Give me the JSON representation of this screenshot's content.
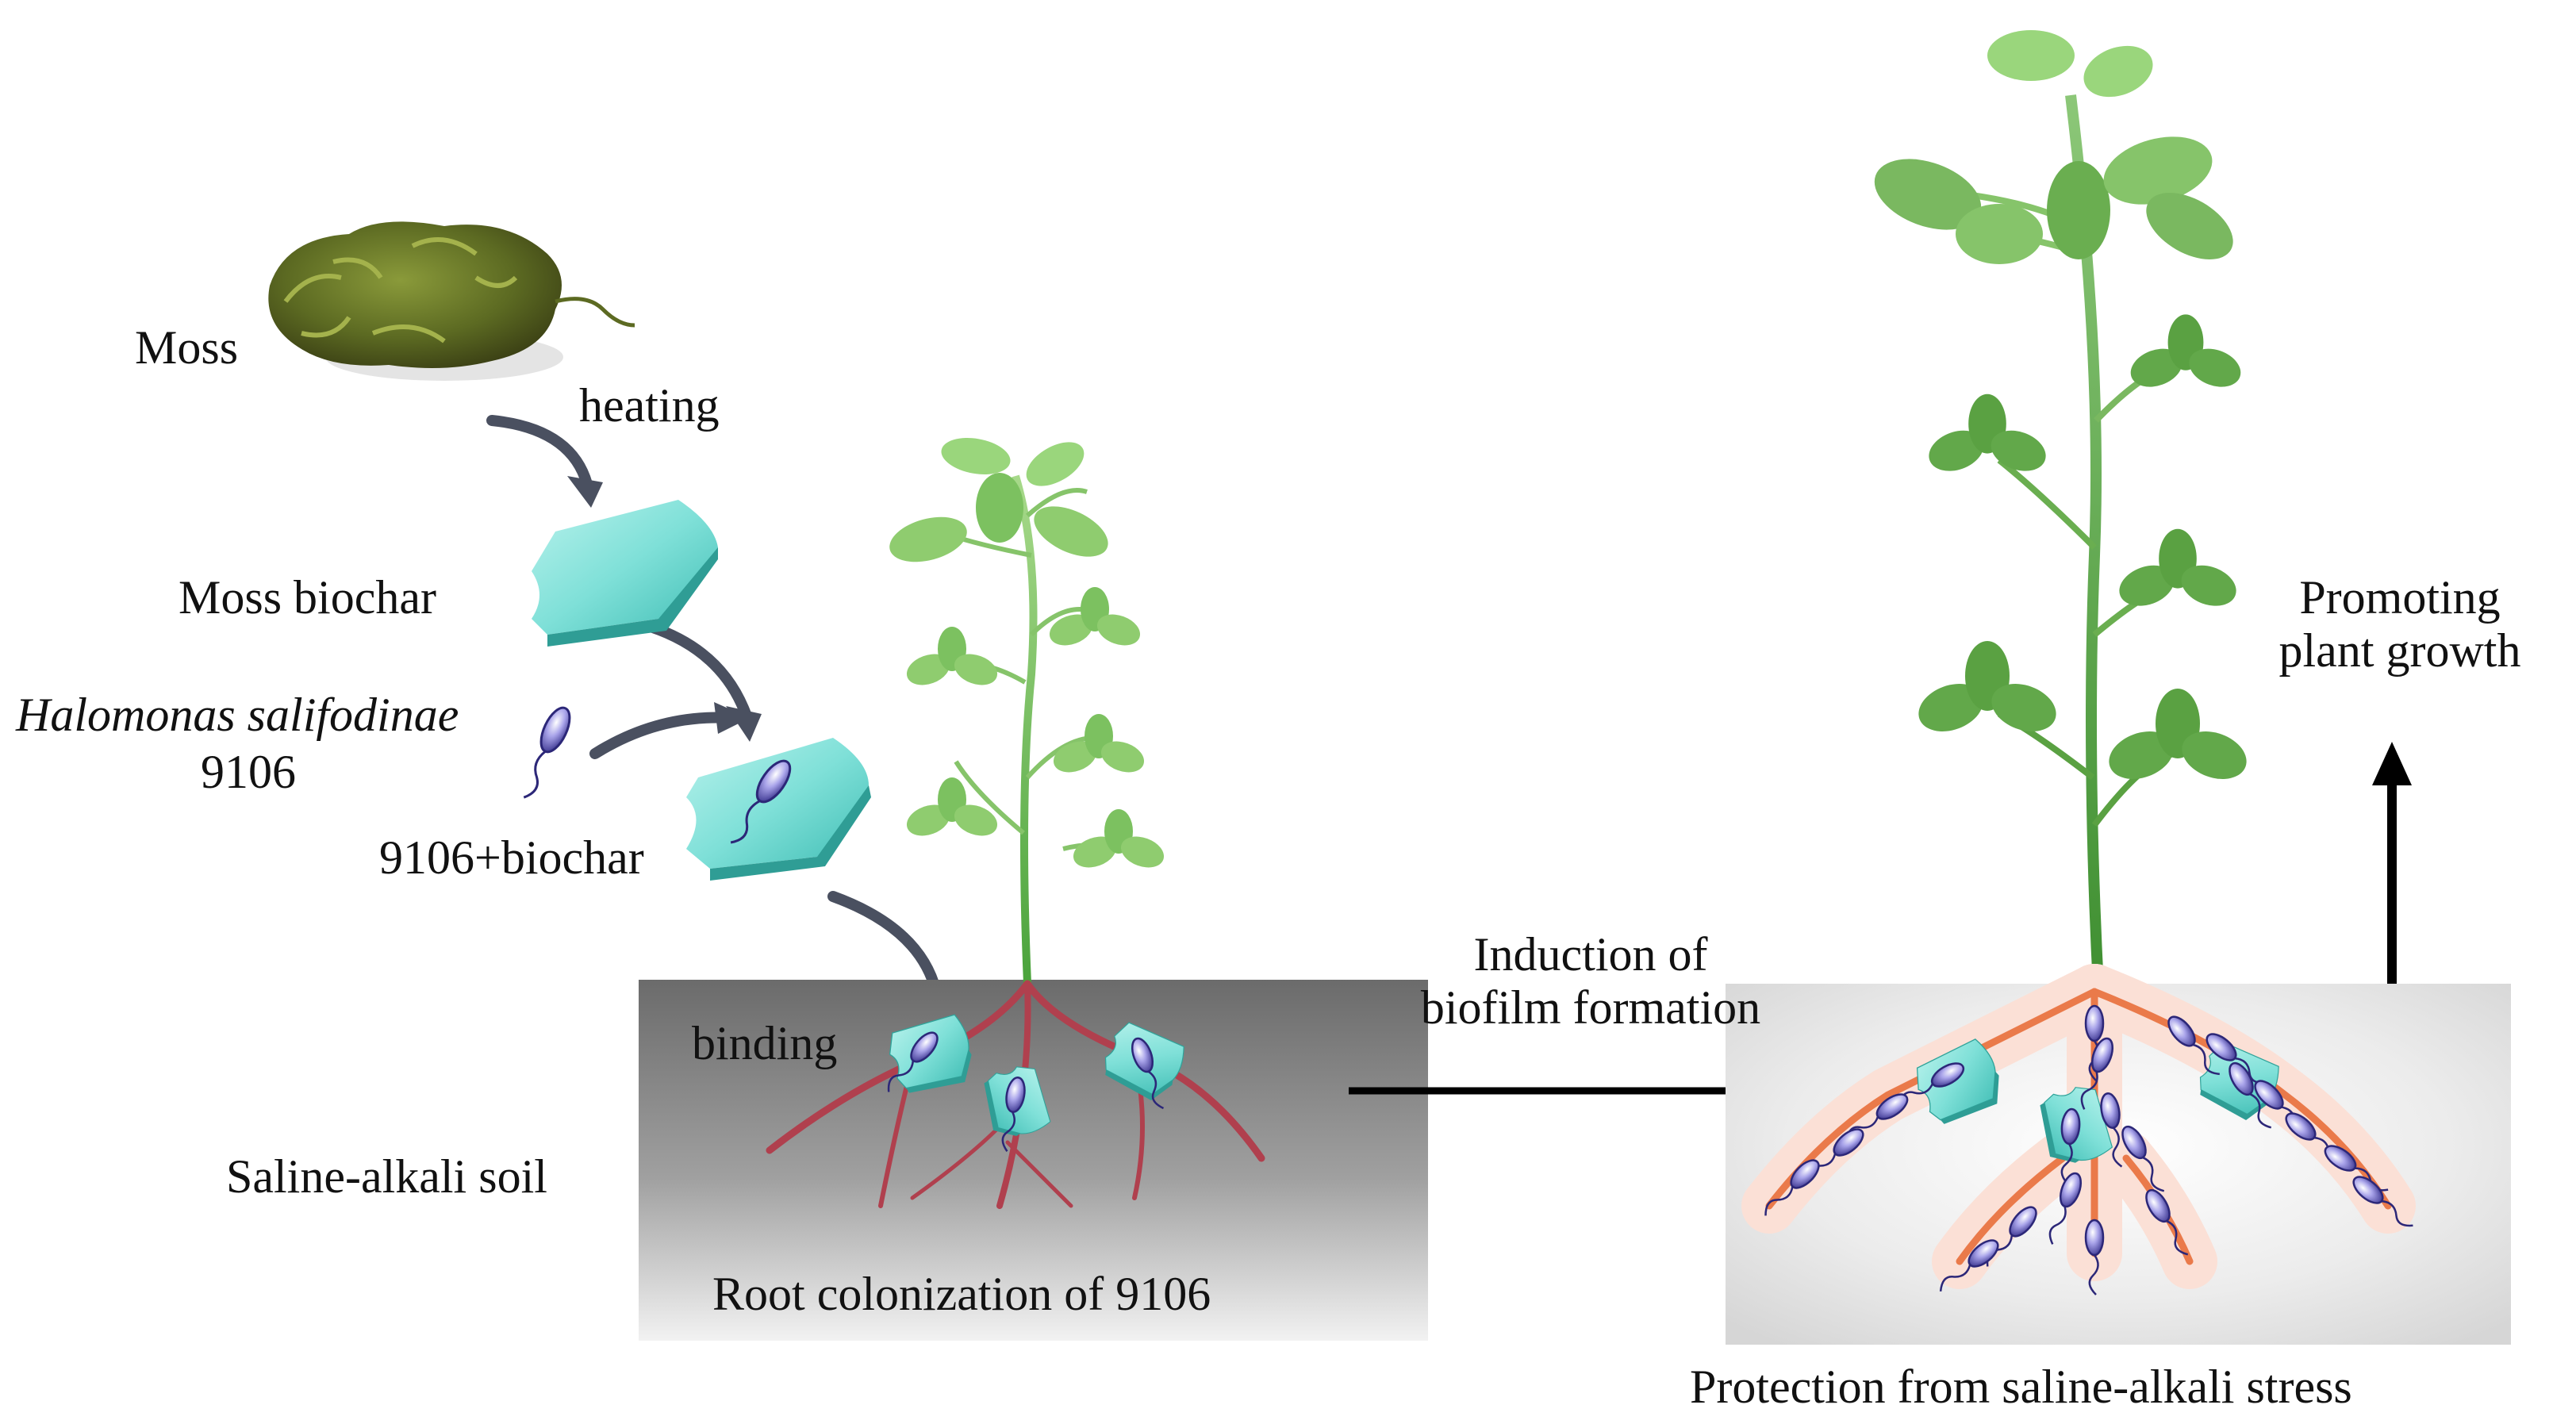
{
  "labels": {
    "moss": "Moss",
    "heating": "heating",
    "moss_biochar": "Moss biochar",
    "species_name": "Halomonas salifodinae",
    "strain_id": "9106",
    "strain_biochar": "9106+biochar",
    "binding": "binding",
    "saline_alkali_soil": "Saline-alkali soil",
    "root_colonization": "Root colonization of 9106",
    "induction_line1": "Induction of",
    "induction_line2": "biofilm formation",
    "promoting_line1": "Promoting",
    "promoting_line2": "plant growth",
    "protection": "Protection from saline-alkali stress"
  },
  "colors": {
    "biochar": "#7fe0d8",
    "bacterium": "#6a64c4",
    "leaf_light": "#8fcc6f",
    "leaf_dark": "#5aa142",
    "root": "#b0404e",
    "soil_dark": "#7a7a7a",
    "soil_light": "#e4e4e4",
    "arrow_grey": "#4a5060",
    "arrow_black": "#000000"
  }
}
